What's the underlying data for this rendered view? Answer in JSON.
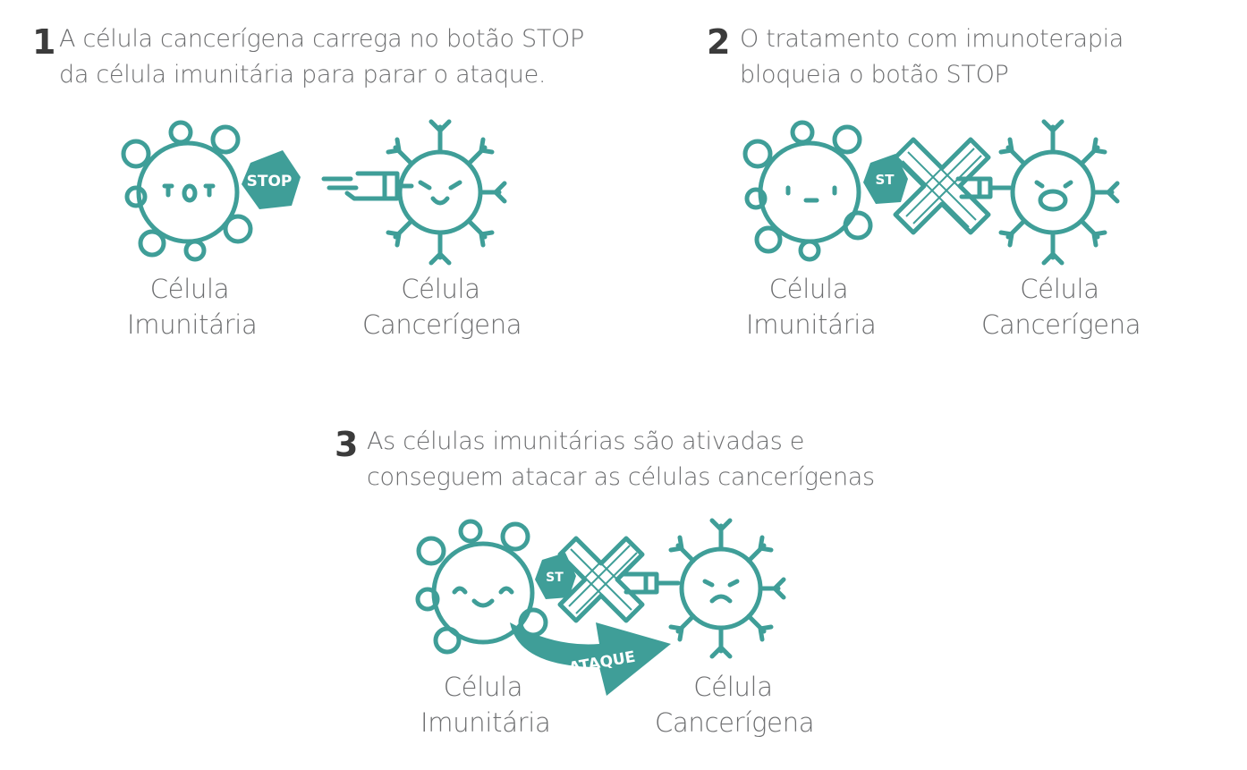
{
  "steps": [
    {
      "number": "1",
      "caption_line1": "A célula cancerígena carrega no botão STOP",
      "caption_line2": "da célula imunitária para parar o ataque.",
      "immune_label_line1": "Célula",
      "immune_label_line2": "Imunitária",
      "cancer_label_line1": "Célula",
      "cancer_label_line2": "Cancerígena",
      "badge": "STOP"
    },
    {
      "number": "2",
      "caption_line1": "O tratamento com imunoterapia",
      "caption_line2": "bloqueia o botão STOP",
      "immune_label_line1": "Célula",
      "immune_label_line2": "Imunitária",
      "cancer_label_line1": "Célula",
      "cancer_label_line2": "Cancerígena",
      "badge": "ST"
    },
    {
      "number": "3",
      "caption_line1": "As células imunitárias são ativadas e",
      "caption_line2": "conseguem atacar as células cancerígenas",
      "immune_label_line1": "Célula",
      "immune_label_line2": "Imunitária",
      "cancer_label_line1": "Célula",
      "cancer_label_line2": "Cancerígena",
      "badge": "ST",
      "arrow_label": "ATAQUE"
    }
  ],
  "colors": {
    "teal": "#3f9e98",
    "text": "#6d6e70",
    "number": "#3b3b3b"
  }
}
